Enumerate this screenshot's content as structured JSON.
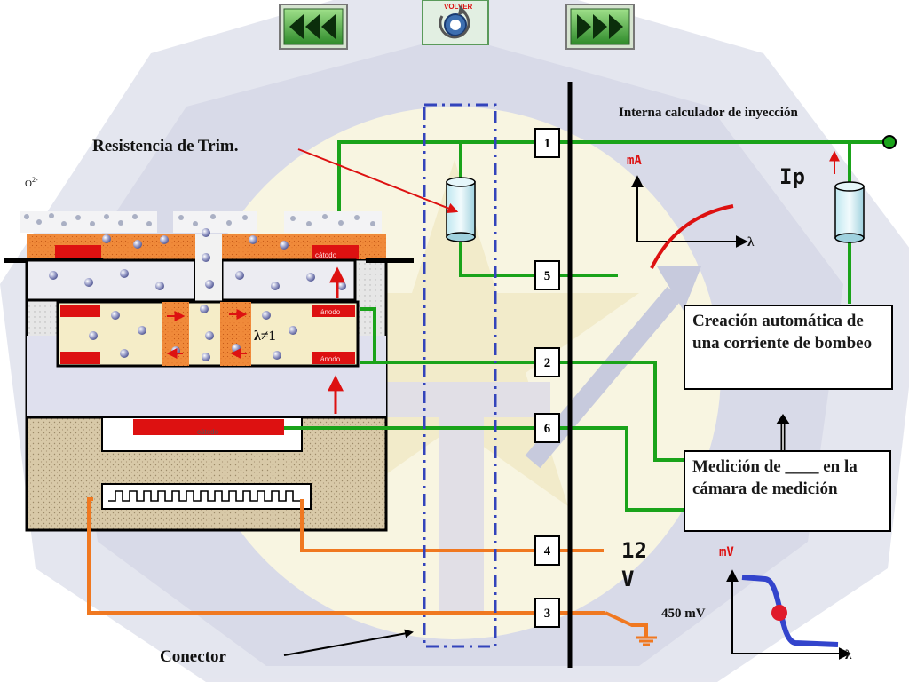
{
  "nav": {
    "back_icon": "triple-left-arrow-icon",
    "forward_icon": "triple-right-arrow-icon",
    "home_label": "VOLVER"
  },
  "labels": {
    "trim_resistor": "Resistencia de Trim.",
    "connector": "Conector",
    "ecu_internal": "Interna calculador de inyección",
    "oxygen_ion": "O",
    "oxygen_charge": "2-",
    "lambda_ne_1": "λ≠1",
    "cathode_top": "cátodo",
    "anode_upper": "ánodo",
    "anode_lower": "ánodo",
    "cathode_bottom": "cátodo",
    "ip": "Ip",
    "voltage_12": "12",
    "voltage_unit": "V",
    "mv_450": "450 mV"
  },
  "pins": [
    "1",
    "5",
    "2",
    "6",
    "4",
    "3"
  ],
  "boxes": {
    "pump_current": "Creación automática de una corriente de bombeo",
    "measure": "Medición de ____ en la cámara de medición"
  },
  "graphs": {
    "current": {
      "y_label": "mA",
      "x_label": "λ"
    },
    "voltage": {
      "y_label": "mV",
      "x_label": "λ"
    }
  },
  "colors": {
    "green_wire": "#1aa31a",
    "orange_wire": "#f07820",
    "blue_dash": "#3344bb",
    "red_arrow": "#dd1111",
    "ceramic_orange": "#f08a3a"
  }
}
